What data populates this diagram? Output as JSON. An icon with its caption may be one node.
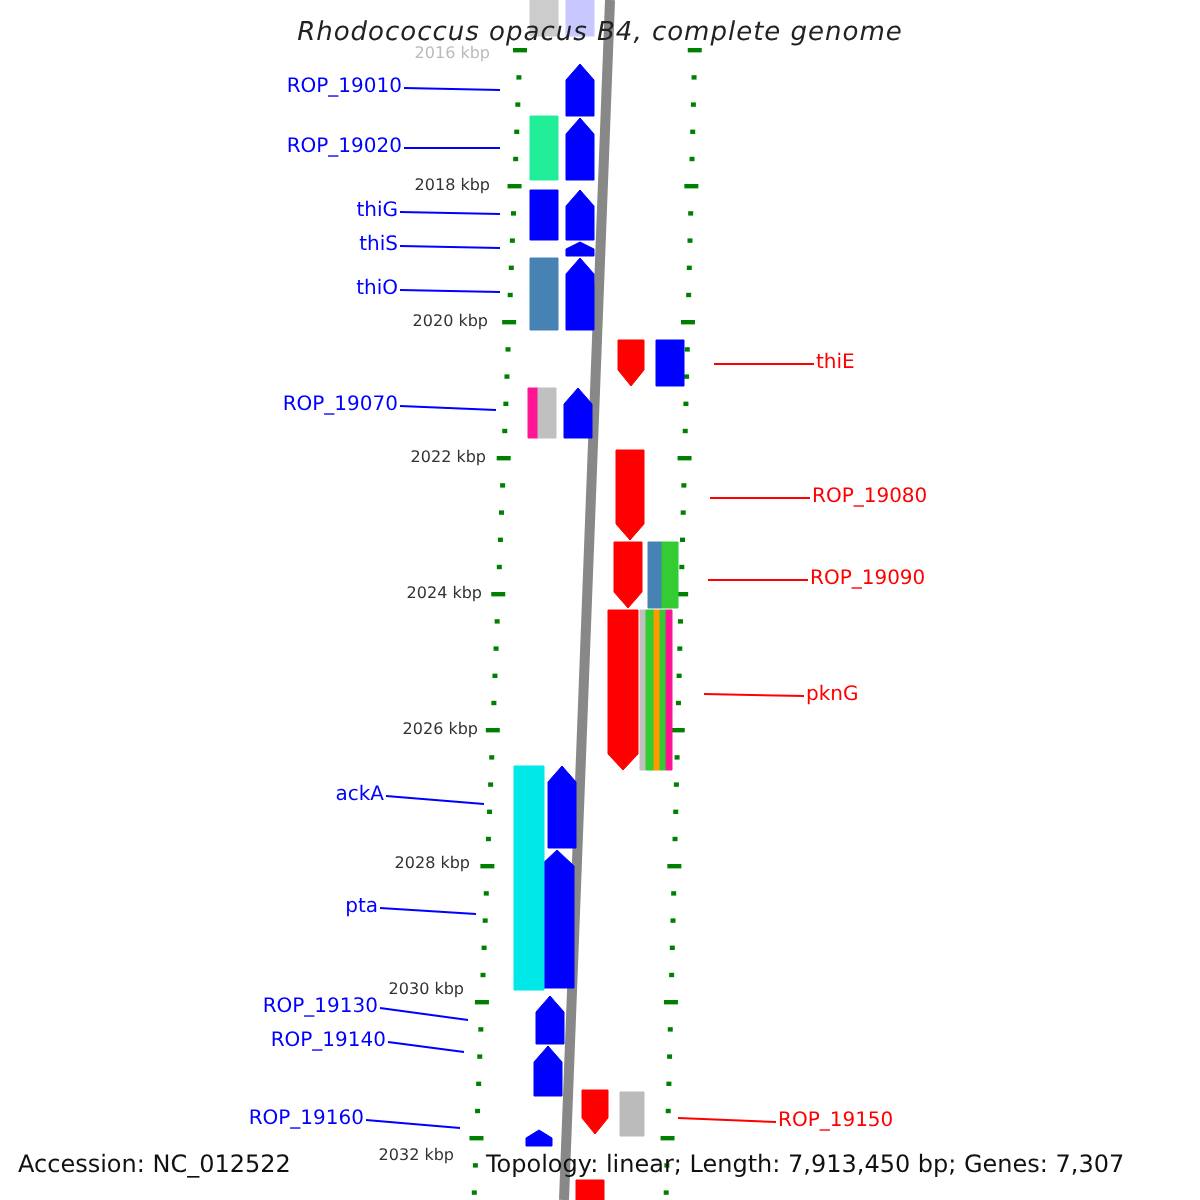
{
  "diagram": {
    "title": "Rhodococcus opacus B4, complete genome",
    "nodes": [
      {
        "text": [
          "ROP_19010"
        ]
      },
      {
        "text": [
          "ROP_19020"
        ]
      },
      {
        "text": [
          "thiG"
        ]
      },
      {
        "text": [
          "thiS"
        ]
      },
      {
        "text": [
          "thiO"
        ]
      },
      {
        "text": [
          "thiE"
        ]
      },
      {
        "text": [
          "ROP_19070"
        ]
      },
      {
        "text": [
          "ROP_19080"
        ]
      },
      {
        "text": [
          "ROP_19090"
        ]
      },
      {
        "text": [
          "pknG"
        ]
      },
      {
        "text": [
          "ackA"
        ]
      },
      {
        "text": [
          "pta"
        ]
      },
      {
        "text": [
          "ROP_19130"
        ]
      },
      {
        "text": [
          "ROP_19140"
        ]
      },
      {
        "text": [
          "ROP_19150"
        ]
      },
      {
        "text": [
          "ROP_19160"
        ]
      }
    ],
    "edges": [
      {
        "from": 0,
        "to": null,
        "arrow": "none"
      },
      {
        "from": 1,
        "to": null,
        "arrow": "none"
      },
      {
        "from": 2,
        "to": null,
        "arrow": "none"
      },
      {
        "from": 3,
        "to": null,
        "arrow": "none"
      },
      {
        "from": 4,
        "to": null,
        "arrow": "none"
      },
      {
        "from": 5,
        "to": null,
        "arrow": "none",
        "color": "#ff0000"
      },
      {
        "from": 6,
        "to": null,
        "arrow": "none"
      },
      {
        "from": 7,
        "to": null,
        "arrow": "none",
        "color": "#ff0000"
      },
      {
        "from": 8,
        "to": null,
        "arrow": "none",
        "color": "#ff0000"
      },
      {
        "from": 9,
        "to": null,
        "arrow": "none",
        "color": "#ff0000"
      },
      {
        "from": 10,
        "to": null,
        "arrow": "none"
      },
      {
        "from": 11,
        "to": null,
        "arrow": "none"
      },
      {
        "from": 12,
        "to": null,
        "arrow": "none"
      },
      {
        "from": 13,
        "to": null,
        "arrow": "none"
      },
      {
        "from": 14,
        "to": null,
        "arrow": "none",
        "color": "#ff0000"
      },
      {
        "from": 15,
        "to": null,
        "arrow": "none"
      }
    ],
    "labels": [
      "2016 kbp",
      "2018 kbp",
      "2020 kbp",
      "2022 kbp",
      "2024 kbp",
      "2026 kbp",
      "2028 kbp",
      "2030 kbp",
      "2032 kbp",
      "Accession: NC_012522",
      "Topology: linear; Length: 7,913,450 bp; Genes: 7,307"
    ]
  }
}
